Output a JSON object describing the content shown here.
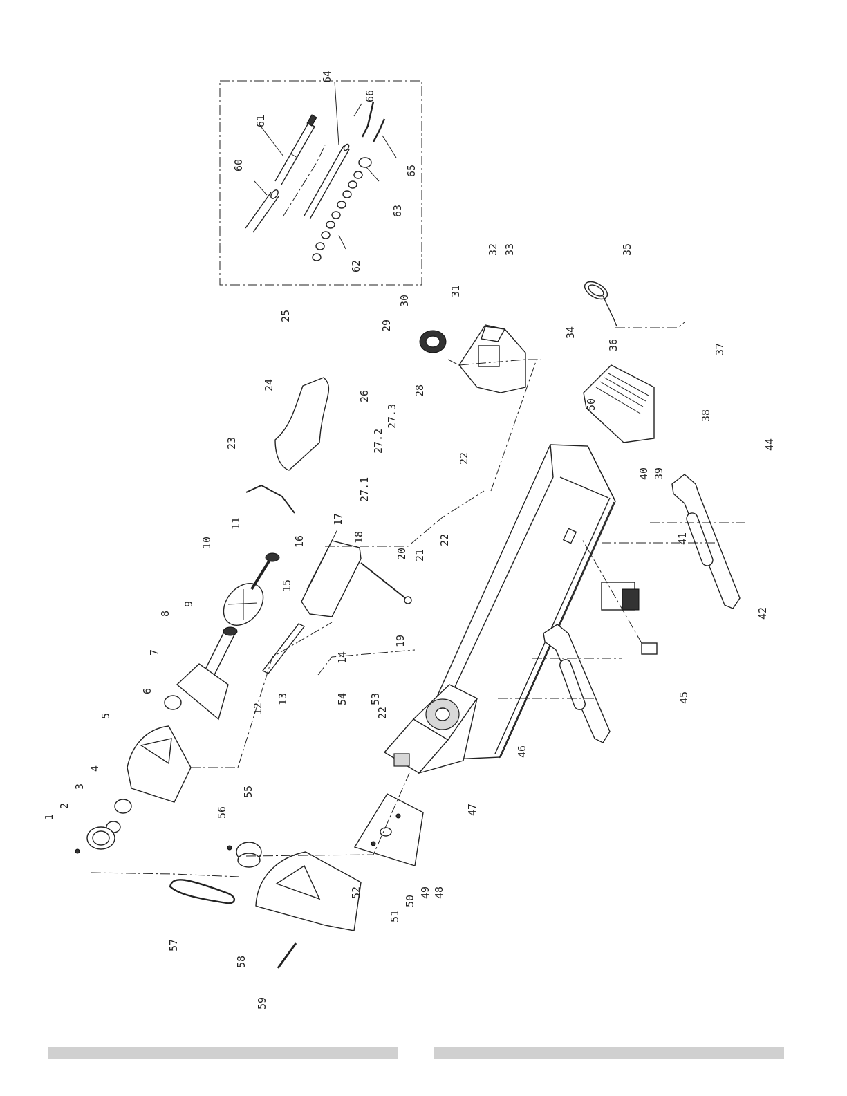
{
  "diagram": {
    "type": "exploded-parts-diagram",
    "colors": {
      "line": "#222222",
      "footer_bar": "#d0d0d0"
    },
    "part_labels": [
      "1",
      "2",
      "3",
      "4",
      "5",
      "6",
      "7",
      "8",
      "9",
      "10",
      "11",
      "12",
      "13",
      "14",
      "15",
      "16",
      "17",
      "18",
      "19",
      "20",
      "21",
      "22",
      "22",
      "22",
      "23",
      "24",
      "25",
      "26",
      "27.1",
      "27.2",
      "27.3",
      "28",
      "29",
      "30",
      "31",
      "32",
      "33",
      "34",
      "35",
      "36",
      "37",
      "38",
      "39",
      "40",
      "41",
      "42",
      "44",
      "45",
      "46",
      "47",
      "48",
      "49",
      "50",
      "50",
      "51",
      "52",
      "53",
      "54",
      "55",
      "56",
      "57",
      "58",
      "59",
      "60",
      "61",
      "62",
      "63",
      "64",
      "65",
      "66"
    ]
  }
}
